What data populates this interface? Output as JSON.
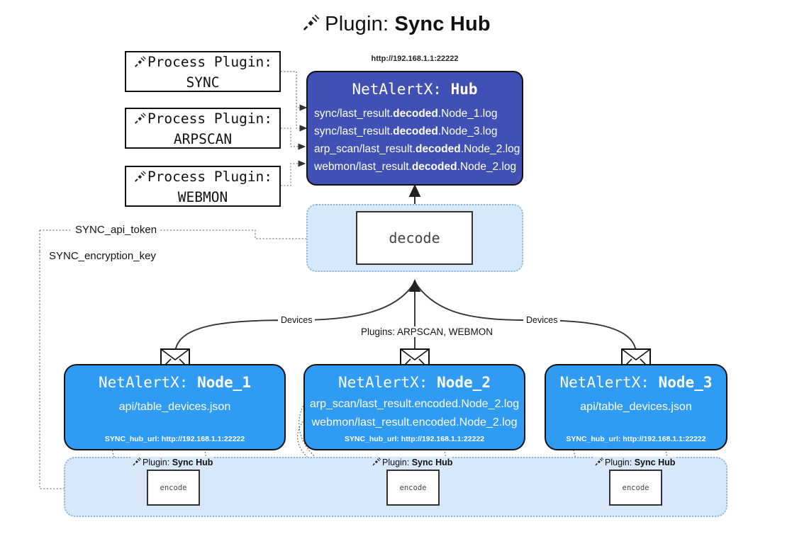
{
  "page": {
    "title_prefix": "Plugin:",
    "title_name": "Sync Hub",
    "plug_icon": "plug-icon"
  },
  "process_plugins": [
    {
      "line1": "Process Plugin:",
      "line2": "SYNC",
      "icon": "plug-icon"
    },
    {
      "line1": "Process Plugin:",
      "line2": "ARPSCAN",
      "icon": "plug-icon"
    },
    {
      "line1": "Process Plugin:",
      "line2": "WEBMON",
      "icon": "plug-icon"
    }
  ],
  "hub": {
    "url": "http://192.168.1.1:22222",
    "title_prefix": "NetAlertX:",
    "title_name": "Hub",
    "rows": [
      {
        "pre": "sync/last_result.",
        "mid": "decoded",
        "post": ".Node_1.log"
      },
      {
        "pre": "sync/last_result.",
        "mid": "decoded",
        "post": ".Node_3.log"
      },
      {
        "pre": "arp_scan/last_result.",
        "mid": "decoded",
        "post": ".Node_2.log"
      },
      {
        "pre": "webmon/last_result.",
        "mid": "decoded",
        "post": ".Node_2.log"
      }
    ]
  },
  "decode": {
    "label": "decode"
  },
  "secrets": [
    {
      "label": "SYNC_api_token"
    },
    {
      "label": "SYNC_encryption_key"
    }
  ],
  "edge_labels": {
    "devices_left": "Devices",
    "devices_right": "Devices",
    "plugins_center": "Plugins: ARPSCAN, WEBMON"
  },
  "nodes": [
    {
      "title_prefix": "NetAlertX:",
      "title_name": "Node_1",
      "rows": [
        "api/table_devices.json"
      ],
      "footer": "SYNC_hub_url: http://192.168.1.1:22222",
      "envelope_icon": "envelope-icon"
    },
    {
      "title_prefix": "NetAlertX:",
      "title_name": "Node_2",
      "rows": [
        "arp_scan/last_result.encoded.Node_2.log",
        "webmon/last_result.encoded.Node_2.log"
      ],
      "footer": "SYNC_hub_url: http://192.168.1.1:22222",
      "envelope_icon": "envelope-icon"
    },
    {
      "title_prefix": "NetAlertX:",
      "title_name": "Node_3",
      "rows": [
        "api/table_devices.json"
      ],
      "footer": "SYNC_hub_url: http://192.168.1.1:22222",
      "envelope_icon": "envelope-icon"
    }
  ],
  "encoders": [
    {
      "plugin_prefix": "Plugin:",
      "plugin_name": "Sync Hub",
      "label": "encode",
      "icon": "plug-icon"
    },
    {
      "plugin_prefix": "Plugin:",
      "plugin_name": "Sync Hub",
      "label": "encode",
      "icon": "plug-icon"
    },
    {
      "plugin_prefix": "Plugin:",
      "plugin_name": "Sync Hub",
      "label": "encode",
      "icon": "plug-icon"
    }
  ],
  "colors": {
    "hub": "#4050b5",
    "node": "#2f9bf2",
    "zone": "#d6e8f9",
    "zone_border": "#8fb6d6",
    "stroke": "#111111"
  }
}
